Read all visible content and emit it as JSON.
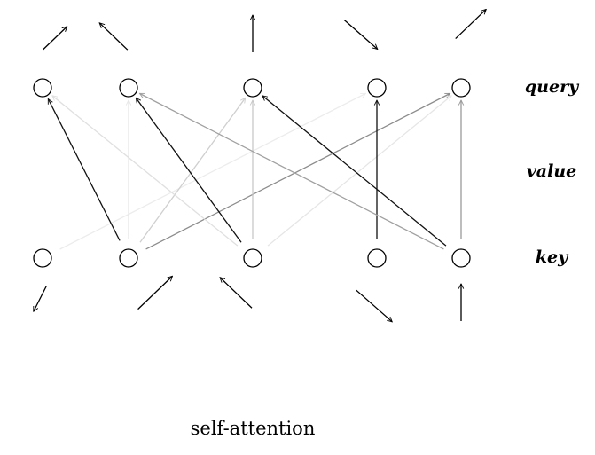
{
  "diagram": {
    "caption": "self-attention",
    "row_labels": {
      "query": "query",
      "value": "value",
      "key": "key"
    },
    "columns": 5,
    "nodes": {
      "query": [
        "q0",
        "q1",
        "q2",
        "q3",
        "q4"
      ],
      "key": [
        "k0",
        "k1",
        "k2",
        "k3",
        "k4"
      ]
    },
    "attention_edges": [
      {
        "from": "k0",
        "to": "q3",
        "shade": "#ececec"
      },
      {
        "from": "k1",
        "to": "q0",
        "shade": "#111111"
      },
      {
        "from": "k1",
        "to": "q1",
        "shade": "#e6e6e6"
      },
      {
        "from": "k1",
        "to": "q2",
        "shade": "#cfcfcf"
      },
      {
        "from": "k1",
        "to": "q4",
        "shade": "#8c8c8c"
      },
      {
        "from": "k2",
        "to": "q0",
        "shade": "#e0e0e0"
      },
      {
        "from": "k2",
        "to": "q1",
        "shade": "#111111"
      },
      {
        "from": "k2",
        "to": "q2",
        "shade": "#c8c8c8"
      },
      {
        "from": "k2",
        "to": "q4",
        "shade": "#e6e6e6"
      },
      {
        "from": "k3",
        "to": "q3",
        "shade": "#111111"
      },
      {
        "from": "k4",
        "to": "q1",
        "shade": "#a0a0a0"
      },
      {
        "from": "k4",
        "to": "q2",
        "shade": "#111111"
      },
      {
        "from": "k4",
        "to": "q4",
        "shade": "#9a9a9a"
      }
    ],
    "input_arrow_directions": [
      "down-left",
      "up-right",
      "up-left",
      "down-right",
      "up"
    ],
    "output_arrow_directions": [
      "up-right",
      "up-left",
      "up",
      "down-right",
      "up-right"
    ]
  }
}
